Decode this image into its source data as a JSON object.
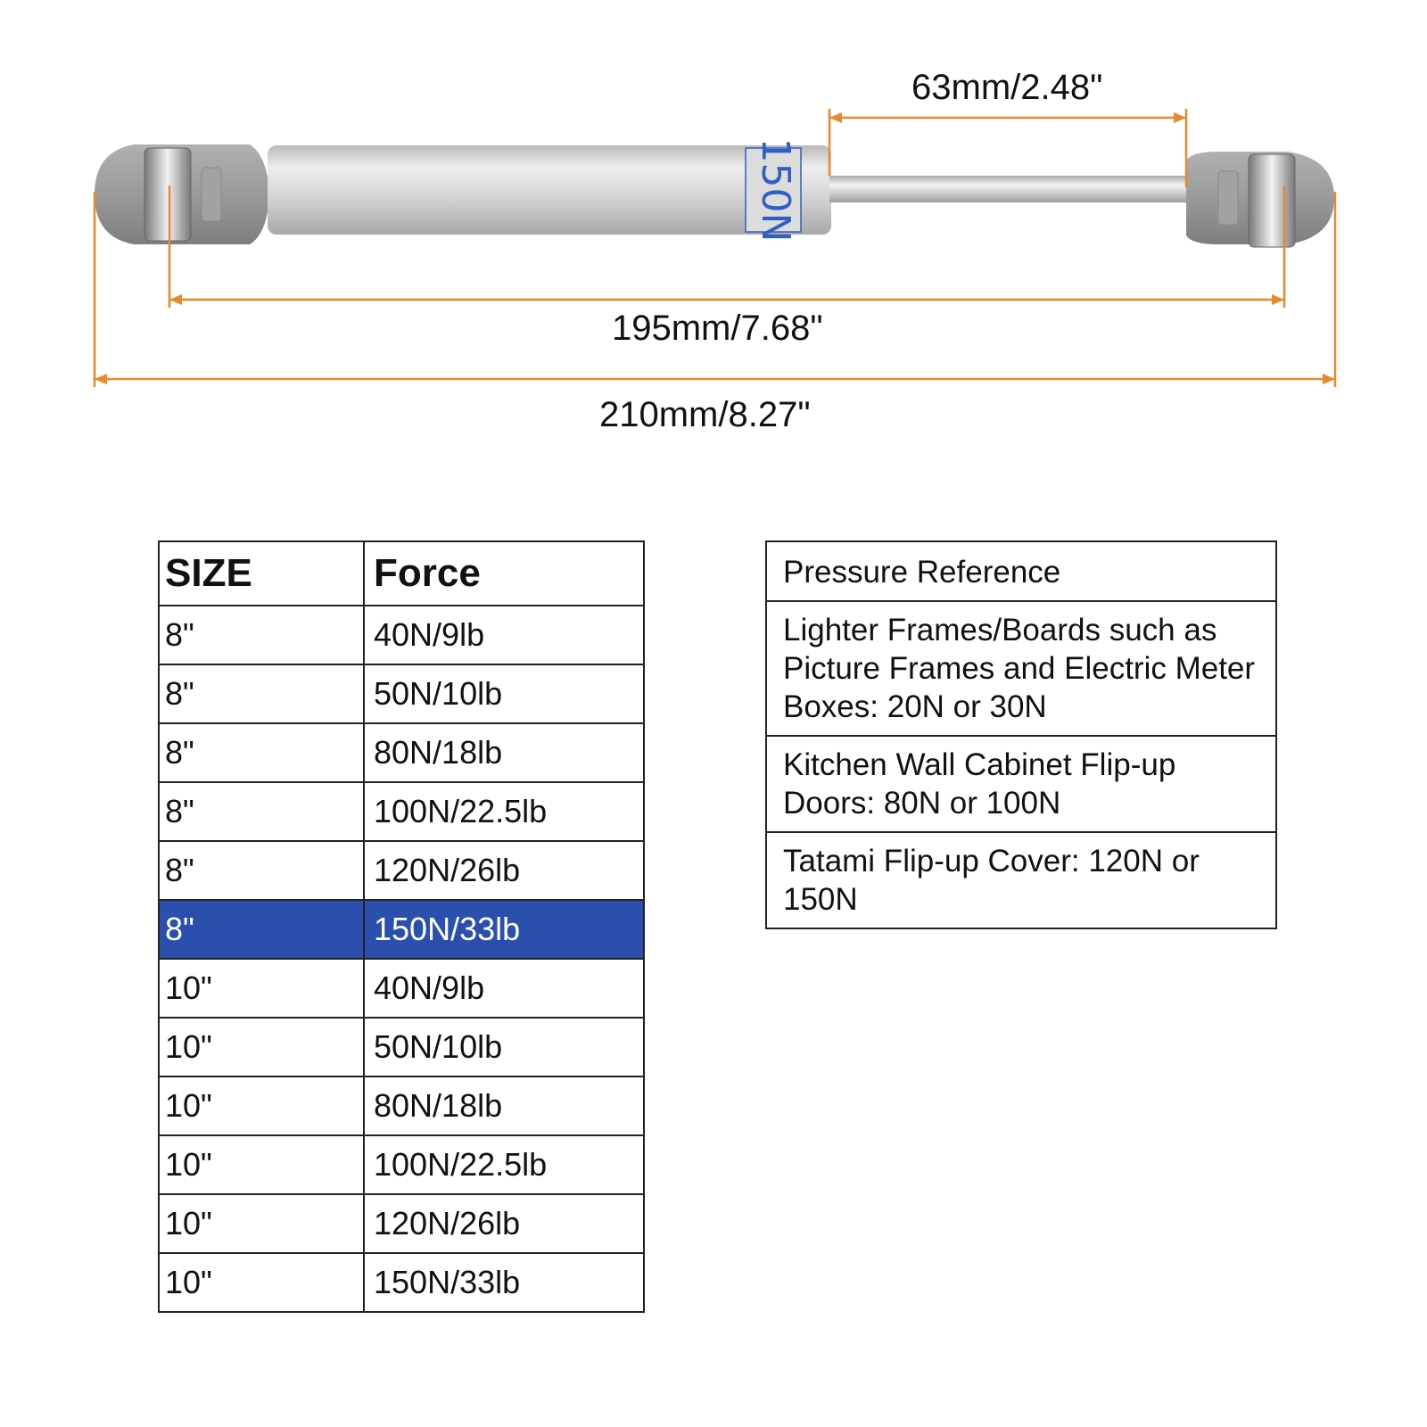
{
  "product": {
    "label_text": "150N"
  },
  "dimensions": {
    "stroke": "63mm/2.48\"",
    "center_to_center": "195mm/7.68\"",
    "overall": "210mm/8.27\""
  },
  "size_table": {
    "headers": [
      "SIZE",
      "Force"
    ],
    "rows": [
      {
        "size": "8\"",
        "force": "40N/9lb"
      },
      {
        "size": "8\"",
        "force": "50N/10lb"
      },
      {
        "size": "8\"",
        "force": "80N/18lb"
      },
      {
        "size": "8\"",
        "force": "100N/22.5lb"
      },
      {
        "size": "8\"",
        "force": "120N/26lb"
      },
      {
        "size": "8\"",
        "force": "150N/33lb"
      },
      {
        "size": "10\"",
        "force": "40N/9lb"
      },
      {
        "size": "10\"",
        "force": "50N/10lb"
      },
      {
        "size": "10\"",
        "force": "80N/18lb"
      },
      {
        "size": "10\"",
        "force": "100N/22.5lb"
      },
      {
        "size": "10\"",
        "force": "120N/26lb"
      },
      {
        "size": "10\"",
        "force": "150N/33lb"
      }
    ],
    "highlighted_row": 5
  },
  "pressure_reference": {
    "title": "Pressure Reference",
    "items": [
      "Lighter Frames/Boards such as Picture Frames and Electric Meter Boxes: 20N or 30N",
      "Kitchen Wall Cabinet Flip-up Doors: 80N or 100N",
      "Tatami Flip-up Cover: 120N or 150N"
    ]
  },
  "colors": {
    "dimension_line": "#e8892b",
    "highlight": "#2a4fad",
    "label_blue": "#2f5fc4",
    "end_cap": "#9a9a9a",
    "cylinder": "#cfcfcf"
  }
}
